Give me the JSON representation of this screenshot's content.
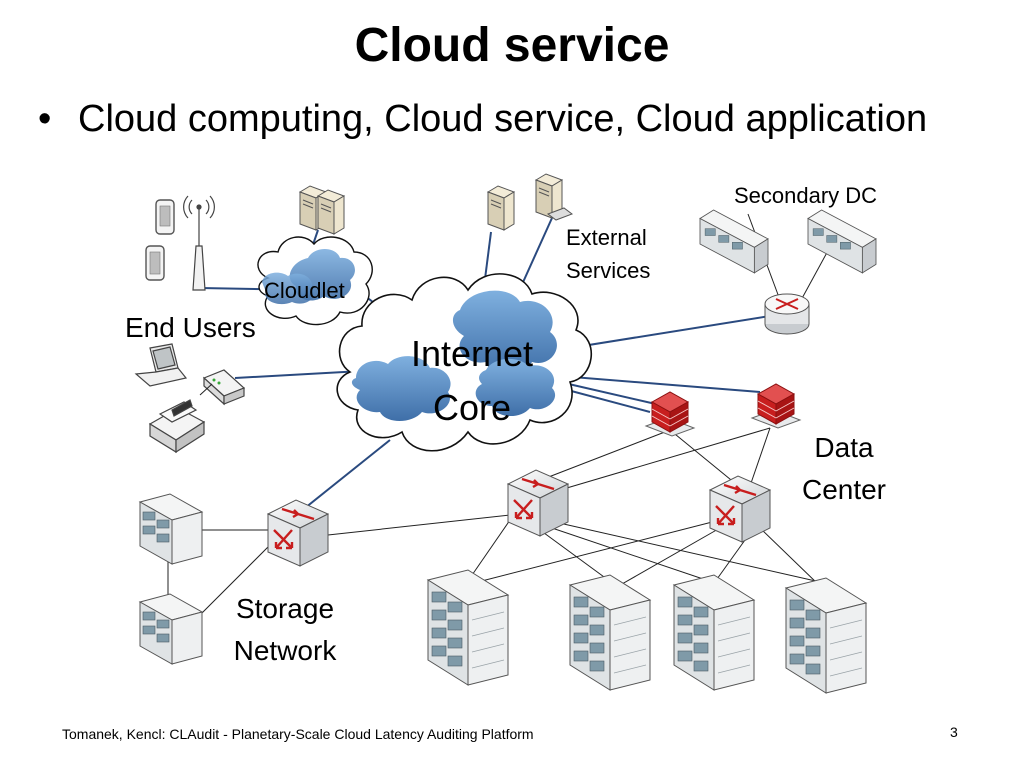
{
  "slide": {
    "title": "Cloud service",
    "bullet": "Cloud computing, Cloud service, Cloud application",
    "footer": "Tomanek, Kencl: CLAudit - Planetary-Scale Cloud Latency Auditing Platform",
    "page_number": "3"
  },
  "diagram": {
    "labels": {
      "secondary_dc": "Secondary DC",
      "external_services_1": "External",
      "external_services_2": "Services",
      "cloudlet": "Cloudlet",
      "end_users": "End Users",
      "internet_core_1": "Internet",
      "internet_core_2": "Core",
      "data_center_1": "Data",
      "data_center_2": "Center",
      "storage_network_1": "Storage",
      "storage_network_2": "Network"
    },
    "colors": {
      "link_blue": "#2a4a7f",
      "link_black": "#222222",
      "firewall_red": "#c81e1e",
      "cloud_blue": "#5b8ec4",
      "server_gray": "#d8dcdf"
    }
  }
}
